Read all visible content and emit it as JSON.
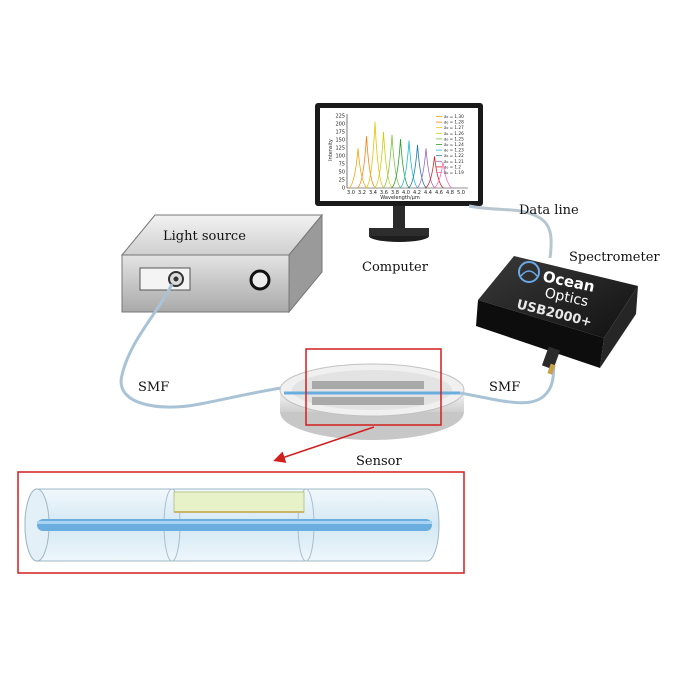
{
  "labels": {
    "light_source": "Light source",
    "computer": "Computer",
    "data_line": "Data line",
    "spectrometer": "Spectrometer",
    "smf_left": "SMF",
    "smf_right": "SMF",
    "sensor": "Sensor"
  },
  "spectrometer_device": {
    "brand_line1": "Ocean",
    "brand_line2": "Optics",
    "model": "USB2000+"
  },
  "monitor_chart": {
    "y_label": "Intensity",
    "x_label": "Wavelength/μm",
    "y_ticks": [
      "225",
      "200",
      "175",
      "150",
      "125",
      "100",
      "75",
      "50",
      "25",
      "0"
    ],
    "x_ticks": [
      "3.0",
      "3.2",
      "3.4",
      "3.6",
      "3.8",
      "4.0",
      "4.2",
      "4.4",
      "4.6",
      "4.8",
      "5.0"
    ],
    "legend": [
      "a₀ = 1.30",
      "a₀ = 1.28",
      "a₀ = 1.27",
      "a₀ = 1.26",
      "a₀ = 1.25",
      "a₀ = 1.24",
      "a₀ = 1.23",
      "a₀ = 1.22",
      "a₀ = 1.21",
      "a₀ = 1.2",
      "a₀ = 1.19"
    ],
    "peak_colors": [
      "#f4a300",
      "#ff7f0e",
      "#e6c200",
      "#c9d100",
      "#7dc243",
      "#2ca02c",
      "#17becf",
      "#1f77b4",
      "#9467bd",
      "#d62728",
      "#ff69b4"
    ]
  },
  "colors": {
    "highlight_box": "#d21f1f",
    "fiber": "#6aaee0"
  }
}
